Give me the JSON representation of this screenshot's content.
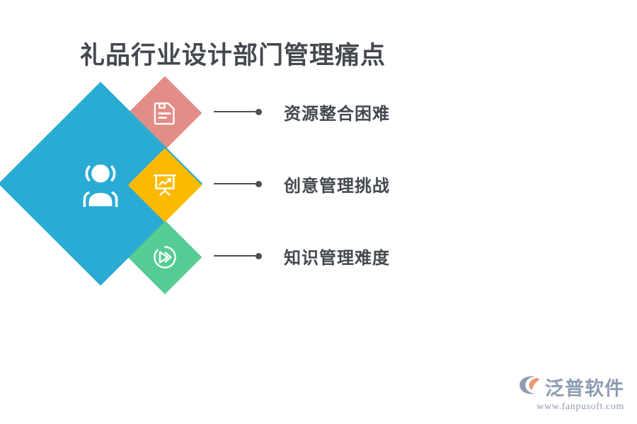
{
  "page": {
    "title": "礼品行业设计部门管理痛点",
    "background_color": "#ffffff",
    "title_color": "#44484f"
  },
  "diagram": {
    "type": "diamond-infographic",
    "center": {
      "icon": "users-icon",
      "color": "#29abd4",
      "label": ""
    },
    "items": [
      {
        "icon": "document-save-icon",
        "color": "#e28d87",
        "label": "资源整合困难"
      },
      {
        "icon": "presentation-chart-icon",
        "color": "#fbba00",
        "label": "创意管理挑战"
      },
      {
        "icon": "fast-forward-circle-icon",
        "color": "#55cc94",
        "label": "知识管理难度"
      }
    ],
    "connector_color": "#4a4e55",
    "label_color": "#44484f"
  },
  "logo": {
    "mark_icon": "fanpu-c-mark-icon",
    "name": "泛普软件",
    "url": "www.fanpusoft.com",
    "color": "#8e9bb3",
    "accent_color": "#e79a6f"
  }
}
